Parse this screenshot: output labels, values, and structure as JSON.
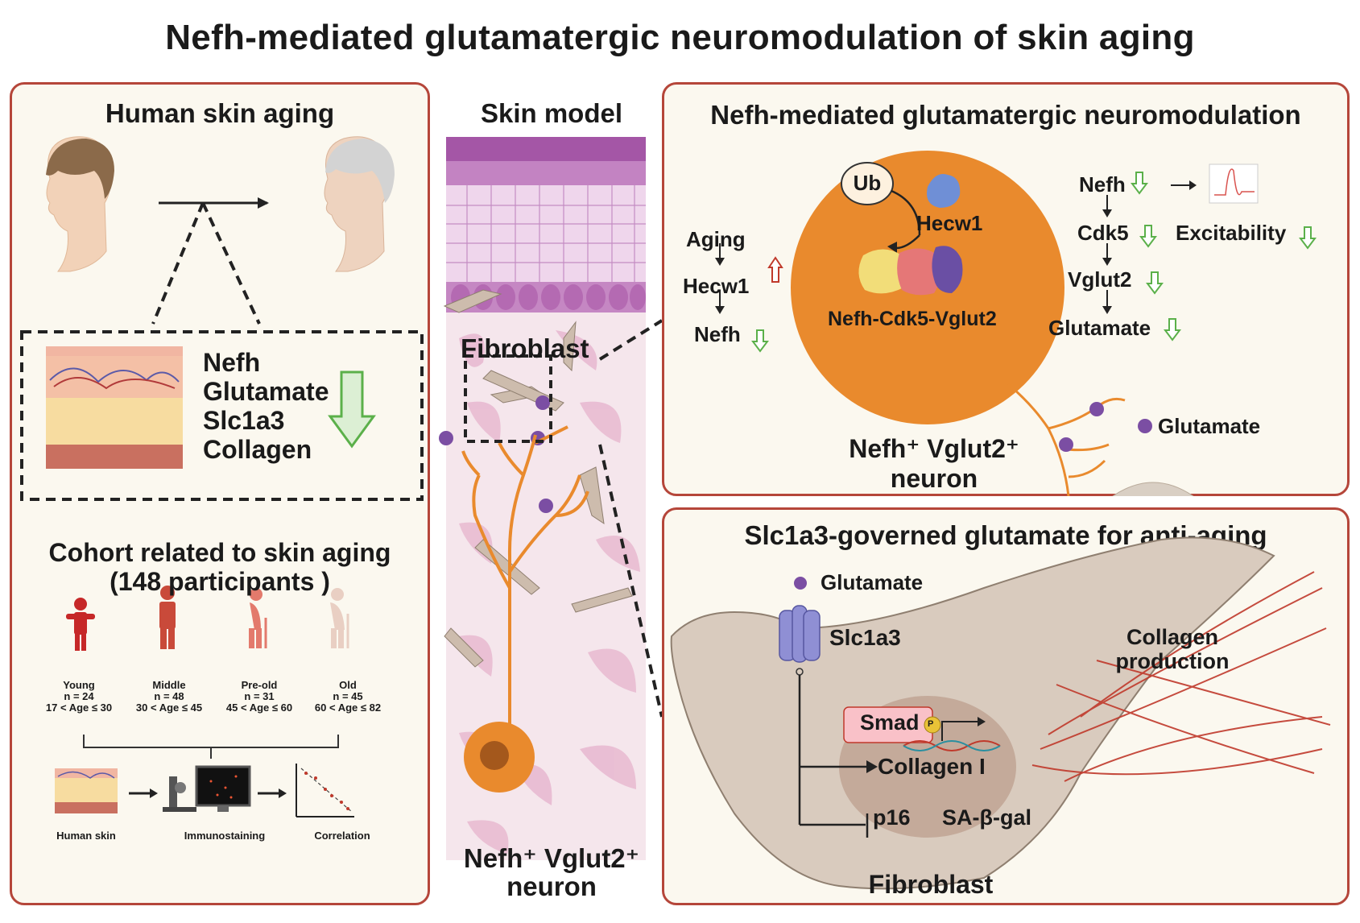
{
  "title": "Nefh-mediated glutamatergic neuromodulation of skin aging",
  "left_panel": {
    "title": "Human skin aging",
    "markers": [
      "Nefh",
      "Glutamate",
      "Slc1a3",
      "Collagen"
    ],
    "cohort_title_line1": "Cohort related to skin aging",
    "cohort_title_line2": "(148 participants )",
    "groups": [
      {
        "label": "Young",
        "n": "n = 24",
        "age": "17 < Age  ≤ 30"
      },
      {
        "label": "Middle",
        "n": "n = 48",
        "age": "30 < Age  ≤ 45"
      },
      {
        "label": "Pre-old",
        "n": "n = 31",
        "age": "45 < Age  ≤ 60"
      },
      {
        "label": "Old",
        "n": "n = 45",
        "age": "60 < Age ≤ 82"
      }
    ],
    "workflow": [
      "Human skin",
      "Immunostaining",
      "Correlation"
    ]
  },
  "middle": {
    "title": "Skin model",
    "fibroblast_label": "Fibroblast",
    "neuron_line1": "Nefh⁺ Vglut2⁺",
    "neuron_line2": "neuron"
  },
  "top_right": {
    "title": "Nefh-mediated glutamatergic neuromodulation",
    "left_chain": [
      "Aging",
      "Hecw1",
      "Nefh"
    ],
    "ub": "Ub",
    "hecw1": "Hecw1",
    "complex": "Nefh-Cdk5-Vglut2",
    "right_chain": [
      "Nefh",
      "Cdk5",
      "Vglut2",
      "Glutamate"
    ],
    "excitability": "Excitability",
    "glutamate_legend": "Glutamate",
    "neuron_line1": "Nefh⁺ Vglut2⁺",
    "neuron_line2": "neuron"
  },
  "bottom_right": {
    "title": "Slc1a3-governed glutamate for anti-aging",
    "glutamate": "Glutamate",
    "slc1a3": "Slc1a3",
    "smad": "Smad",
    "p": "P",
    "collagen_i": "Collagen I",
    "p16": "p16",
    "sa_beta_gal": "SA-β-gal",
    "collagen_line1": "Collagen",
    "collagen_line2": "production",
    "fibroblast": "Fibroblast"
  },
  "colors": {
    "border": "#b5463a",
    "panel_bg": "#fbf8ef",
    "down_arrow": "#5bb04a",
    "up_arrow": "#c0392b",
    "neuron": "#e98a2d",
    "glutamate_dot": "#7b4ea3"
  }
}
